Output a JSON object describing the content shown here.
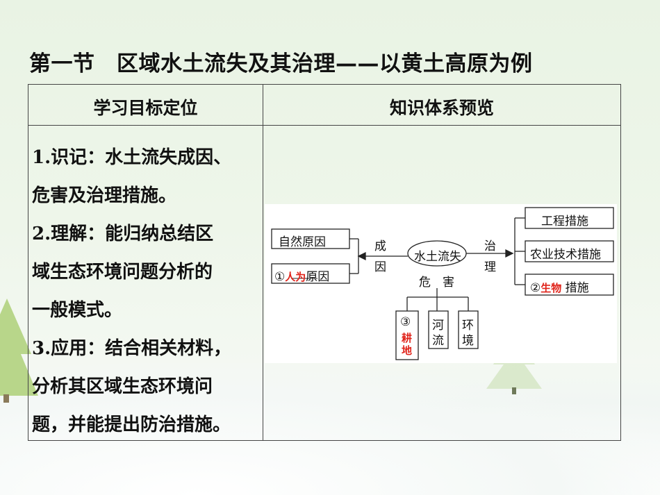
{
  "title": "第一节　区域水土流失及其治理——以黄土高原为例",
  "table": {
    "header_left": "学习目标定位",
    "header_right": "知识体系预览"
  },
  "goals": [
    {
      "num": "1.",
      "lines": [
        "识记：水土流失成因、",
        "危害及治理措施。"
      ]
    },
    {
      "num": "2.",
      "lines": [
        "理解：能归纳总结区",
        "域生态环境问题分析的",
        "一般模式。"
      ]
    },
    {
      "num": "3.",
      "lines": [
        "应用：结合相关材料，",
        "分析其区域生态环境问",
        "题，并能提出防治措施。"
      ]
    }
  ],
  "diagram": {
    "center": "水土流失",
    "cause_label_1": "成",
    "cause_label_2": "因",
    "governance_label_1": "治",
    "governance_label_2": "理",
    "harm_label_1": "危",
    "harm_label_2": "害",
    "causes": {
      "natural": "自然原因",
      "human_prefix": "①",
      "human_fill": "人为",
      "human_suffix": "原因"
    },
    "measures": {
      "engineering": "工程措施",
      "agricultural": "农业技术措施",
      "bio_prefix": "②",
      "bio_fill": "生物",
      "bio_suffix": "措施"
    },
    "harms": {
      "farmland_prefix": "③",
      "farmland_fill_1": "耕",
      "farmland_fill_2": "地",
      "river_1": "河",
      "river_2": "流",
      "env_1": "环",
      "env_2": "境"
    },
    "accent_color": "#e0231a"
  }
}
